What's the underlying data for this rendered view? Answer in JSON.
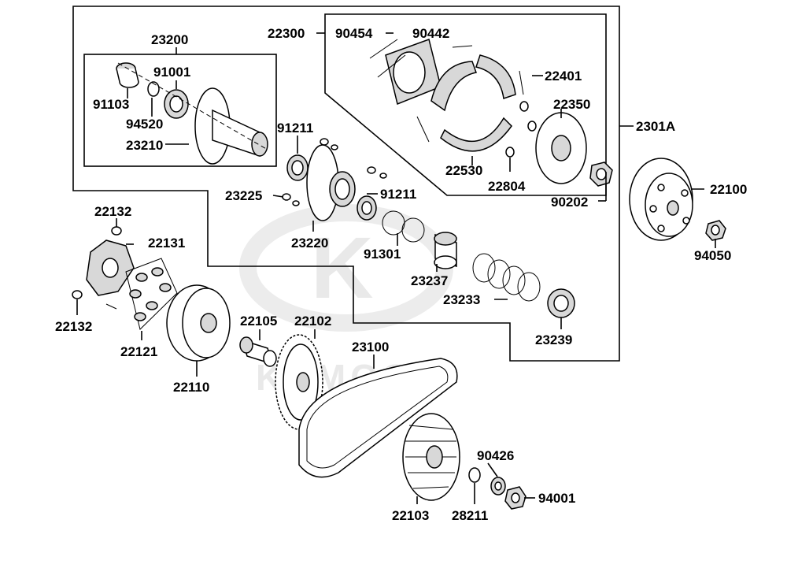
{
  "watermark": {
    "brand": "KYMCO",
    "logo_letter": "K"
  },
  "groups": {
    "g23200": "23200",
    "g22300": "22300",
    "g2301A": "2301A"
  },
  "labels": {
    "p91001": "91001",
    "p91103": "91103",
    "p94520": "94520",
    "p23210": "23210",
    "p90454": "90454",
    "p90442": "90442",
    "p22401": "22401",
    "p22350": "22350",
    "p22530": "22530",
    "p22804": "22804",
    "p90202": "90202",
    "p22100": "22100",
    "p94050": "94050",
    "p91211a": "91211",
    "p91211b": "91211",
    "p23225": "23225",
    "p23220": "23220",
    "p91301": "91301",
    "p23237": "23237",
    "p23233": "23233",
    "p23239": "23239",
    "p22132a": "22132",
    "p22131": "22131",
    "p22132b": "22132",
    "p22121": "22121",
    "p22110": "22110",
    "p22105": "22105",
    "p22102": "22102",
    "p23100": "23100",
    "p90426": "90426",
    "p94001": "94001",
    "p22103": "22103",
    "p28211": "28211"
  }
}
